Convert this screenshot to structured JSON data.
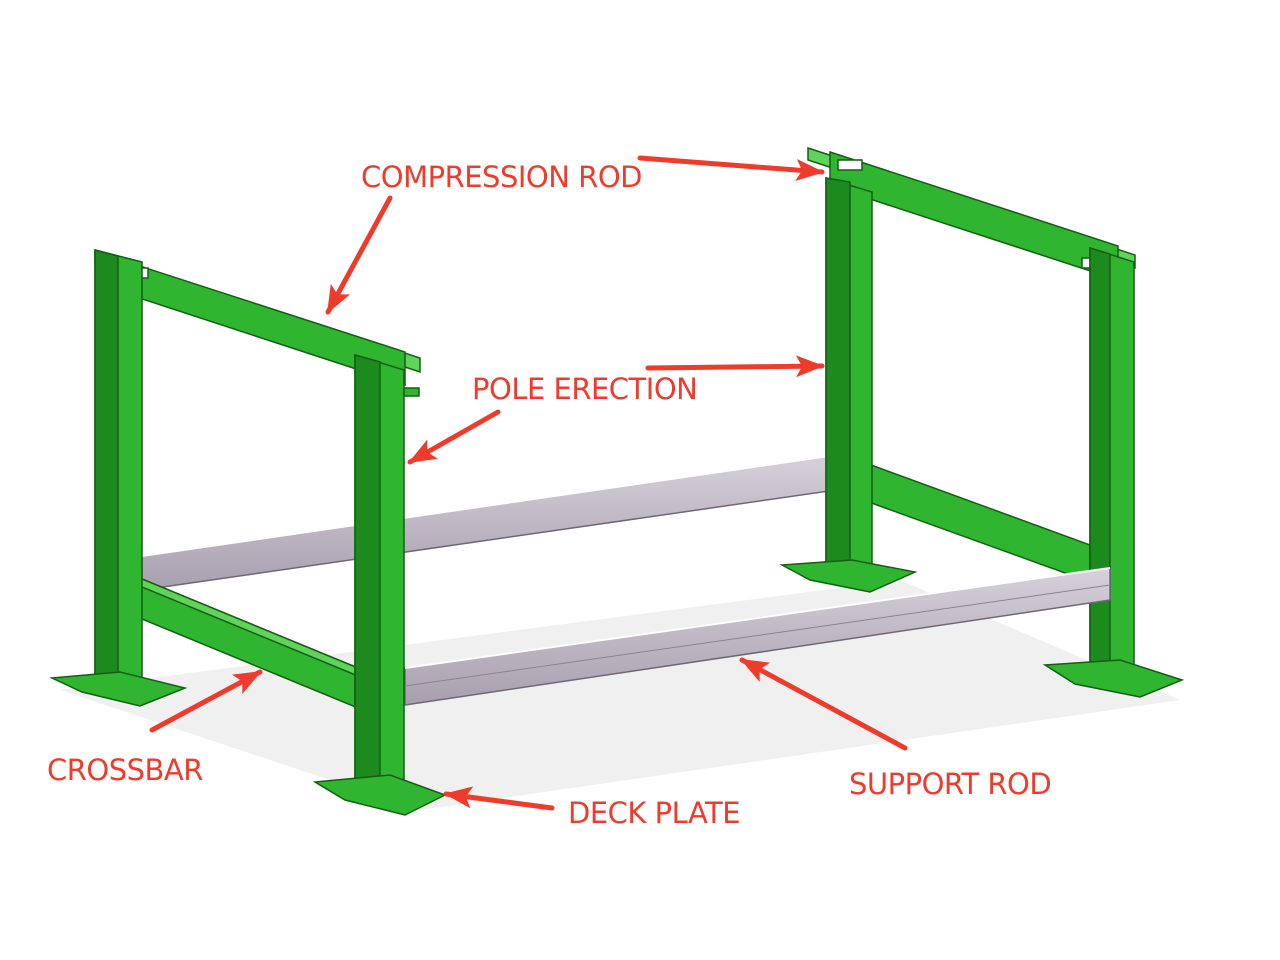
{
  "diagram": {
    "subject": "steel support frame",
    "colors": {
      "frame_green": "#2fb52f",
      "frame_green_dark": "#1c8a1c",
      "frame_green_light": "#5fd35a",
      "rail_grey": "#a89fae",
      "rail_grey_light": "#d6d1da",
      "callout_red": "#ef3b2c"
    },
    "labels": {
      "compression_rod": "COMPRESSION ROD",
      "pole_erection": "POLE ERECTION",
      "crossbar": "CROSSBAR",
      "deck_plate": "DECK PLATE",
      "support_rod": "SUPPORT ROD"
    }
  }
}
